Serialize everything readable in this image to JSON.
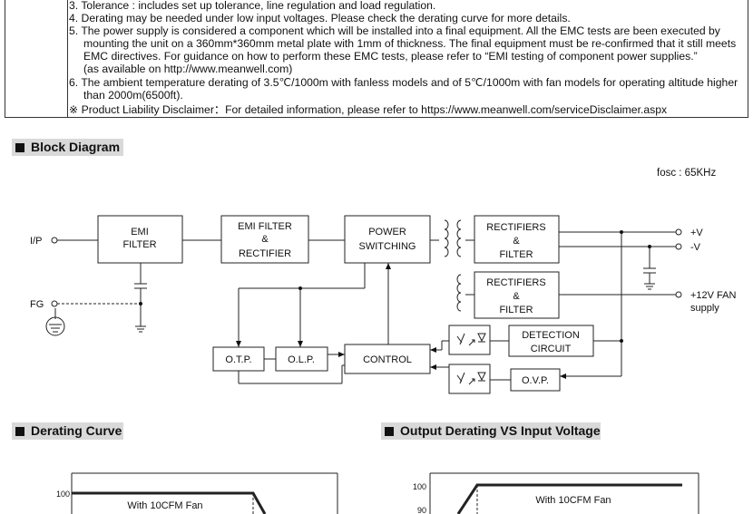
{
  "notes": {
    "lines": [
      "3. Tolerance : includes set up tolerance, line regulation and load regulation.",
      "4. Derating may be needed under low input voltages. Please check the derating curve for more details.",
      "5. The power supply is considered a component which will be installed into a final equipment. All the EMC tests are been executed by",
      "mounting the unit on a 360mm*360mm metal plate with 1mm of thickness. The final equipment must be re-confirmed that it still meets",
      "EMC directives. For guidance on how to perform these EMC tests, please refer to “EMI testing of component power supplies.”",
      "(as available on http://www.meanwell.com)",
      "6. The ambient temperature derating of 3.5℃/1000m with fanless models and of 5℃/1000m with fan models for operating altitude higher",
      "than 2000m(6500ft).",
      "※ Product Liability Disclaimer：For detailed information, please refer to https://www.meanwell.com/serviceDisclaimer.aspx"
    ]
  },
  "block_diagram": {
    "title": "Block Diagram",
    "fosc": "fosc : 65KHz",
    "inputs": {
      "ip": "I/P",
      "fg": "FG"
    },
    "blocks": {
      "emi_filter": [
        "EMI",
        "FILTER"
      ],
      "emi_rectifier": [
        "EMI FILTER",
        "&",
        "RECTIFIER"
      ],
      "power_switching": [
        "POWER",
        "SWITCHING"
      ],
      "rectifiers_1": [
        "RECTIFIERS",
        "&",
        "FILTER"
      ],
      "rectifiers_2": [
        "RECTIFIERS",
        "&",
        "FILTER"
      ],
      "detection": [
        "DETECTION",
        "CIRCUIT"
      ],
      "otp": "O.T.P.",
      "olp": "O.L.P.",
      "control": "CONTROL",
      "ovp": "O.V.P."
    },
    "outputs": {
      "pos": "+V",
      "neg": "-V",
      "fan": [
        "+12V FAN",
        "supply"
      ]
    }
  },
  "derating_curve": {
    "title": "Derating Curve",
    "chart_data": {
      "type": "line",
      "series": [
        {
          "name": "With 10CFM Fan"
        }
      ],
      "yticks": [
        "100"
      ]
    }
  },
  "output_derating": {
    "title": "Output Derating VS Input Voltage",
    "chart_data": {
      "type": "line",
      "series": [
        {
          "name": "With 10CFM Fan"
        }
      ],
      "yticks": [
        "100",
        "90"
      ]
    }
  }
}
